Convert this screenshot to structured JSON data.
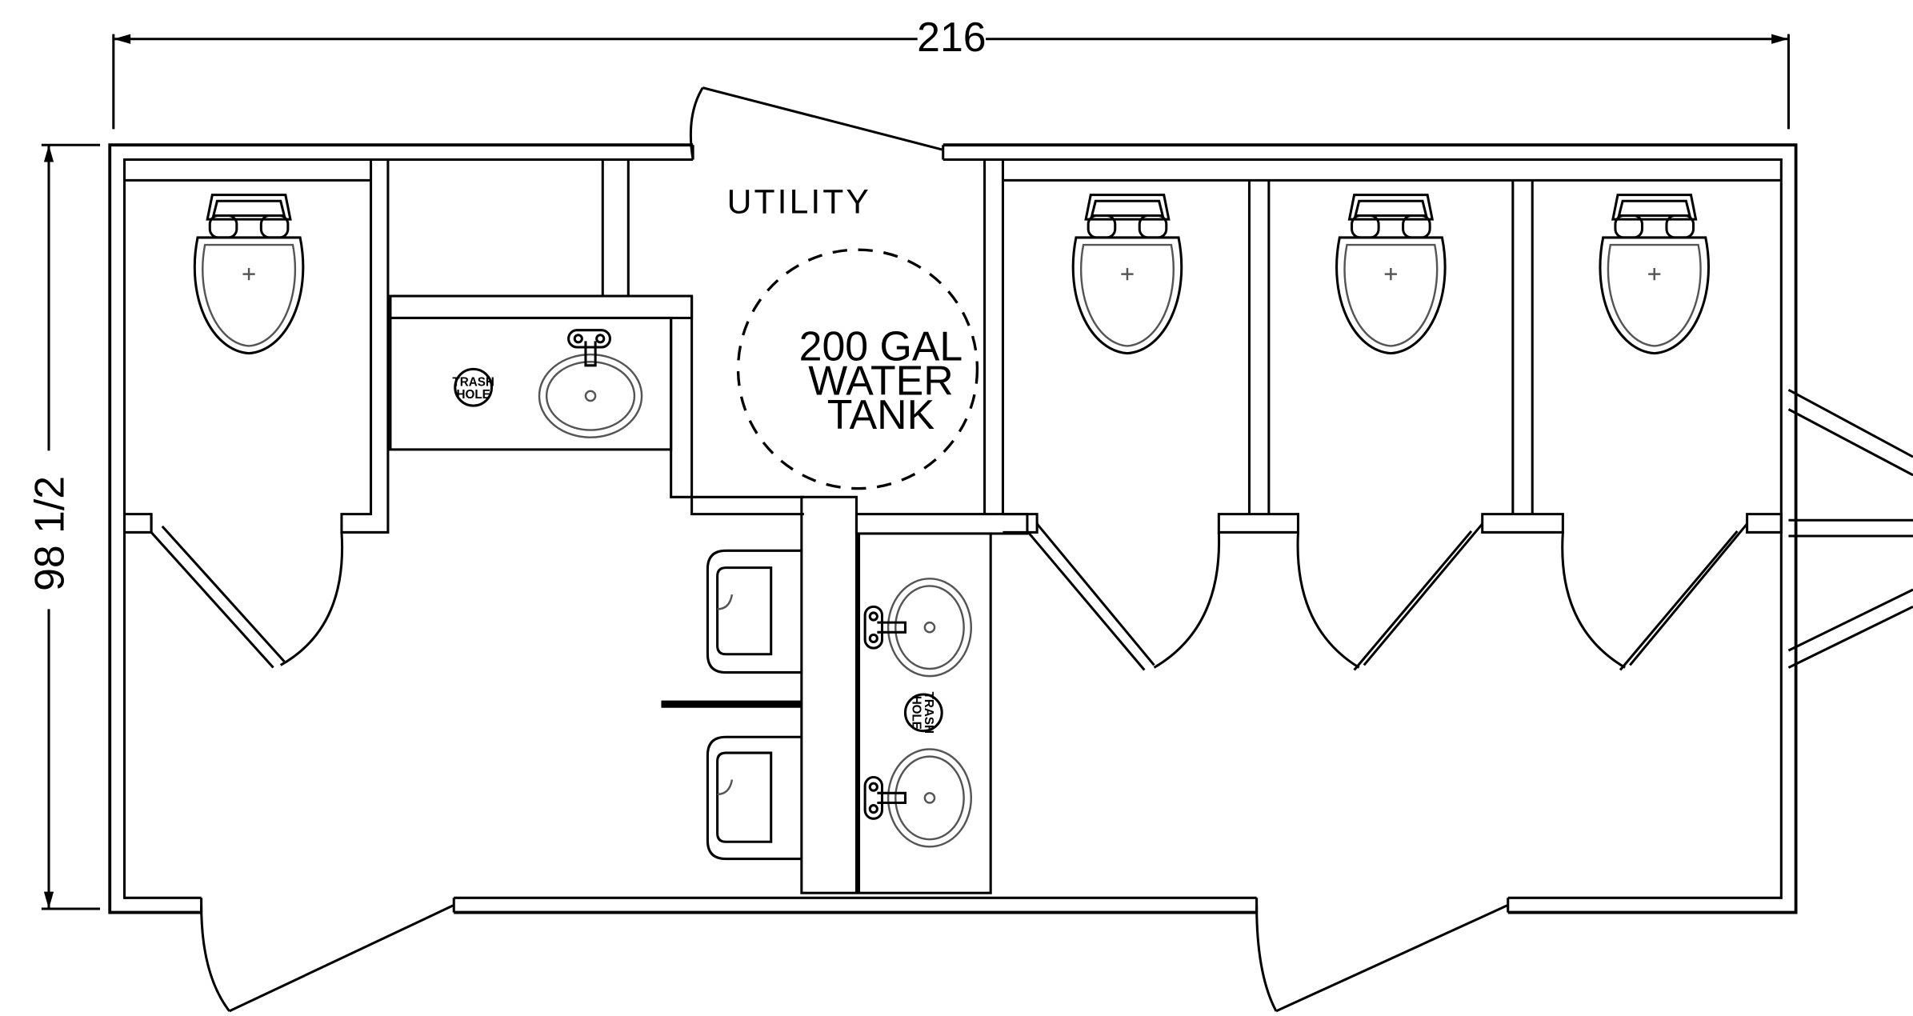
{
  "dimensions": {
    "width": "216",
    "depth": "98 1/2"
  },
  "rooms": {
    "utility": "UTILITY"
  },
  "water_tank": {
    "line1": "200 GAL",
    "line2": "WATER",
    "line3": "TANK"
  },
  "trash_hole": {
    "line1": "TRASH",
    "line2": "HOLE"
  }
}
